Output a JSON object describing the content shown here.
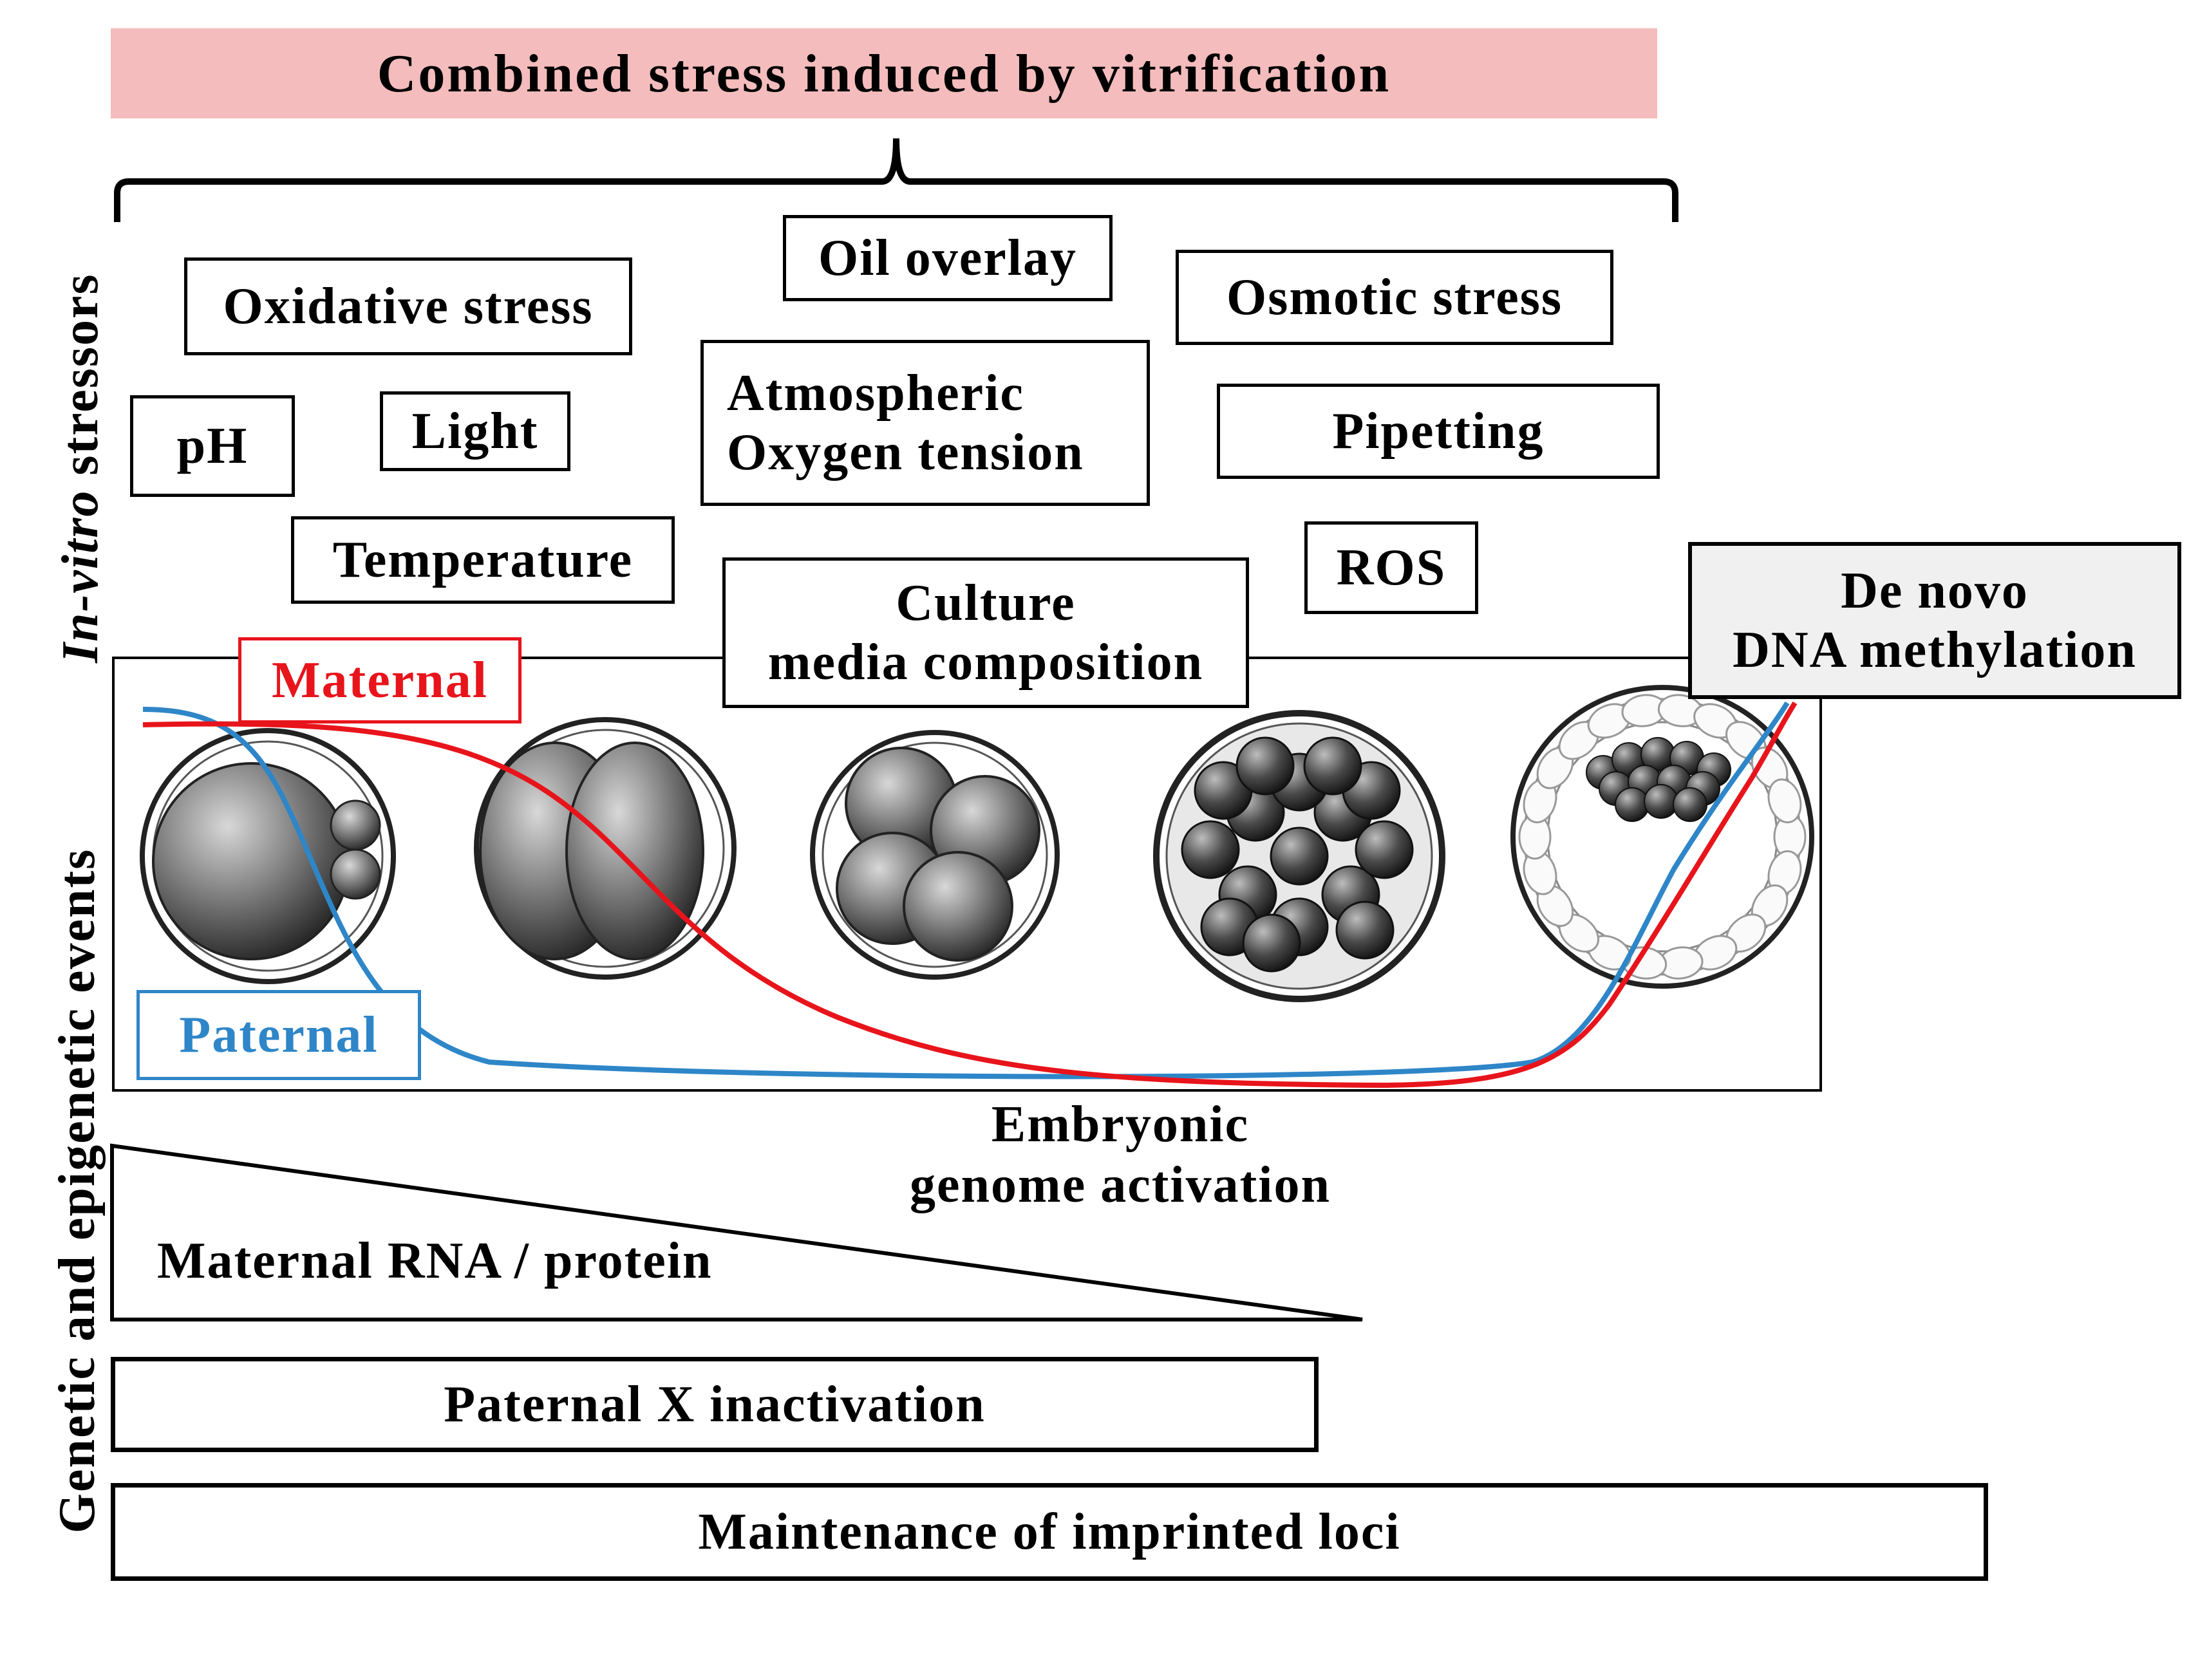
{
  "header": {
    "title": "Combined stress induced by vitrification"
  },
  "side_labels": {
    "stressors_italic": "In-vitro",
    "stressors_rest": " stressors",
    "events": "Genetic and epigenetic events"
  },
  "stressors": {
    "oxidative": "Oxidative stress",
    "oil": "Oil overlay",
    "osmotic": "Osmotic stress",
    "ph": "pH",
    "light": "Light",
    "atmospheric": "Atmospheric\nOxygen tension",
    "pipetting": "Pipetting",
    "temperature": "Temperature",
    "ros": "ROS",
    "culture": "Culture\nmedia composition",
    "denovo": "De novo\nDNA methylation"
  },
  "legend": {
    "maternal": "Maternal",
    "paternal": "Paternal"
  },
  "events": {
    "ega": "Embryonic\ngenome activation",
    "maternal_rna": "Maternal RNA / protein",
    "x_inactivation": "Paternal X inactivation",
    "imprinted": "Maintenance of imprinted loci"
  },
  "colors": {
    "header_bg": "#f4bcbc",
    "maternal": "#e8141b",
    "paternal": "#2e86c8",
    "denovo_bg": "#f0f0f0"
  },
  "stages": [
    "zygote",
    "2-cell",
    "4-cell",
    "morula",
    "blastocyst"
  ]
}
